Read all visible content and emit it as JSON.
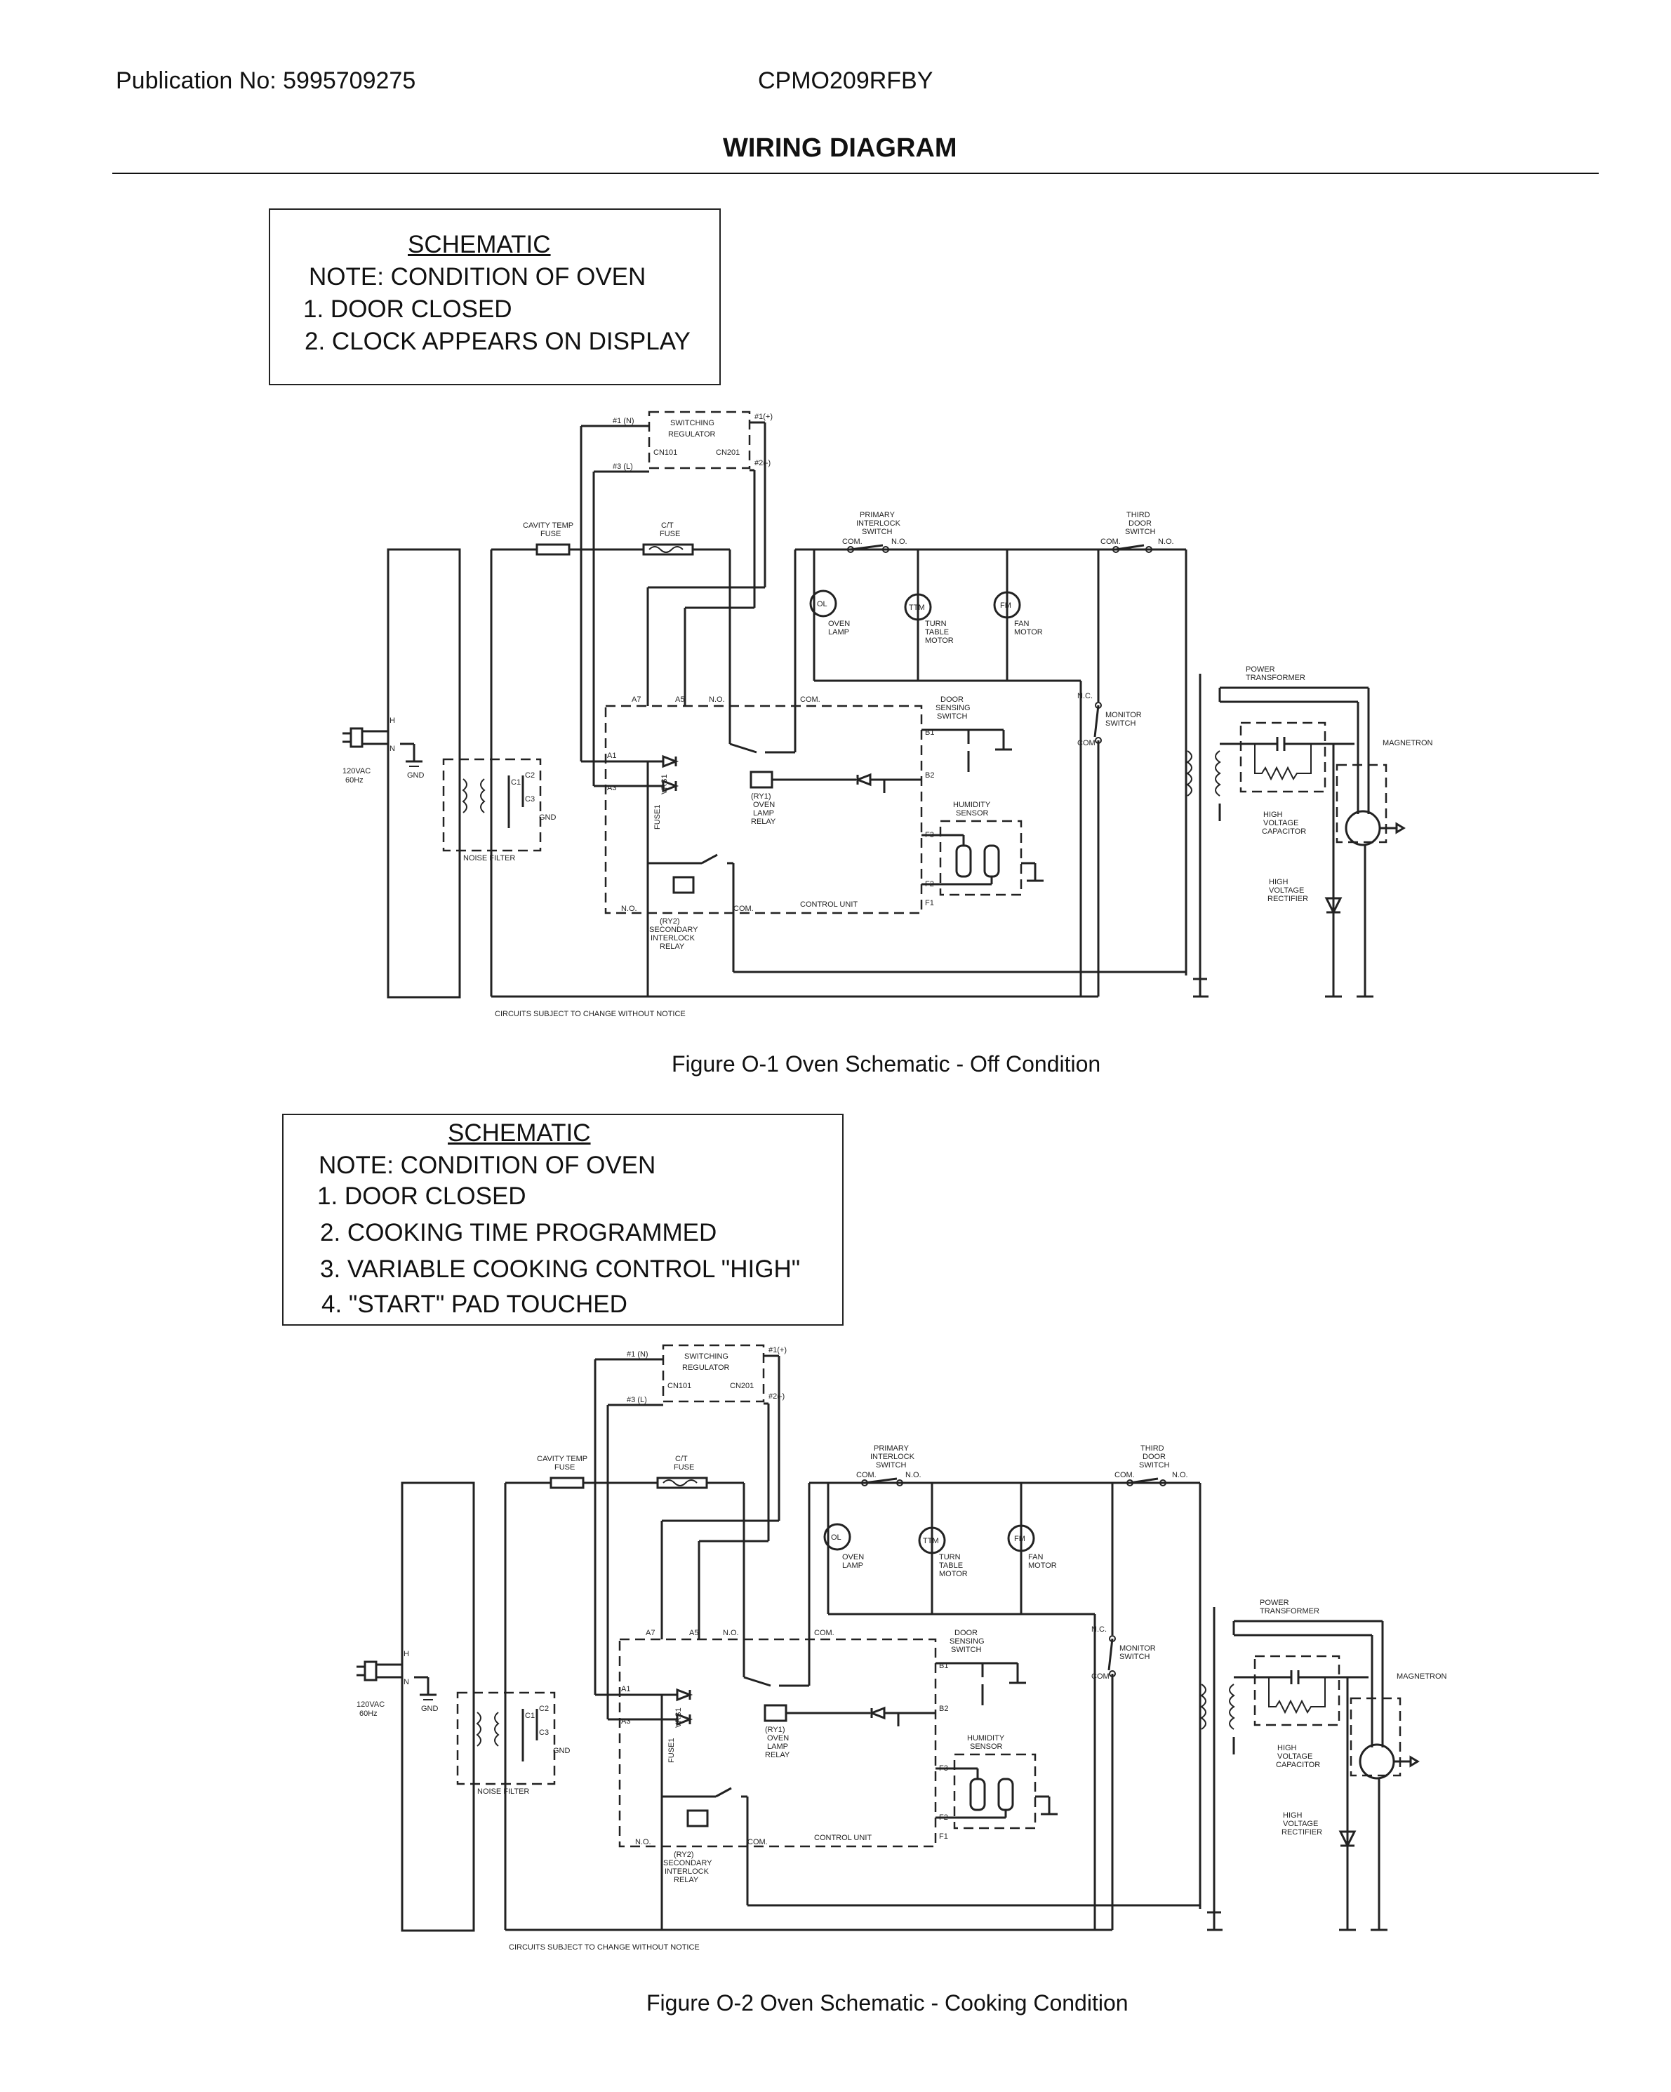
{
  "header": {
    "publication": "Publication No: 5995709275",
    "model": "CPMO209RFBY",
    "title": "WIRING DIAGRAM"
  },
  "figure1": {
    "note_heading": "SCHEMATIC",
    "note_lines": [
      "NOTE: CONDITION OF OVEN",
      "1. DOOR CLOSED",
      "2. CLOCK APPEARS ON DISPLAY"
    ],
    "caption": "Figure O-1 Oven Schematic - Off  Condition"
  },
  "figure2": {
    "note_heading": "SCHEMATIC",
    "note_lines": [
      "NOTE: CONDITION OF OVEN",
      "1. DOOR CLOSED",
      "2. COOKING TIME PROGRAMMED",
      "3. VARIABLE COOKING CONTROL \"HIGH\"",
      "4. \"START\" PAD TOUCHED"
    ],
    "caption": "Figure O-2 Oven Schematic - Cooking Condition"
  },
  "schematic": {
    "reg_lines": [
      "SWITCHING",
      "REGULATOR"
    ],
    "cn101": "CN101",
    "cn201": "CN201",
    "pin_n": "#1 (N)",
    "pin_l": "#3 (L)",
    "pin_p1": "#1(+)",
    "pin_p2": "#2(-)",
    "cavity_fuse": [
      "CAVITY  TEMP",
      "FUSE"
    ],
    "ct_fuse": [
      "C/T",
      "FUSE"
    ],
    "primary_switch": [
      "PRIMARY",
      "INTERLOCK",
      "SWITCH"
    ],
    "third_switch": [
      "THIRD",
      "DOOR",
      "SWITCH"
    ],
    "com": "COM.",
    "no": "N.O.",
    "nc": "N.C.",
    "com_short": "COM",
    "ol": "OL",
    "ttm": "TTM",
    "fm": "FM",
    "oven_lamp": [
      "OVEN",
      "LAMP"
    ],
    "tt_motor": [
      "TURN",
      "TABLE",
      "MOTOR"
    ],
    "fan_motor": [
      "FAN",
      "MOTOR"
    ],
    "power_transformer": [
      "POWER",
      "TRANSFORMER"
    ],
    "monitor_switch": [
      "MONITOR",
      "SWITCH"
    ],
    "door_sensing": [
      "DOOR",
      "SENSING",
      "SWITCH"
    ],
    "humidity": [
      "HUMIDITY",
      "SENSOR"
    ],
    "magnetron": "MAGNETRON",
    "hv_cap": [
      "HIGH",
      "VOLTAGE",
      "CAPACITOR"
    ],
    "hv_rect": [
      "HIGH",
      "VOLTAGE",
      "RECTIFIER"
    ],
    "source": [
      "120VAC",
      "60Hz"
    ],
    "h": "H",
    "n": "N",
    "gnd": "GND",
    "noise_filter": "NOISE FILTER",
    "c1": "C1",
    "c2": "C2",
    "c3": "C3",
    "a7": "A7",
    "a5": "A5",
    "a1": "A1",
    "a3": "A3",
    "b1": "B1",
    "b2": "B2",
    "f1": "F1",
    "f2": "F2",
    "f3": "F3",
    "vrs1": "VRS1",
    "fuse1": "FUSE1",
    "ry1": [
      "(RY1)",
      "OVEN",
      "LAMP",
      "RELAY"
    ],
    "ry2": [
      "(RY2)",
      "SECONDARY",
      "INTERLOCK",
      "RELAY"
    ],
    "control_unit": "CONTROL UNIT",
    "circuits_note": "CIRCUITS SUBJECT TO CHANGE WITHOUT NOTICE"
  }
}
